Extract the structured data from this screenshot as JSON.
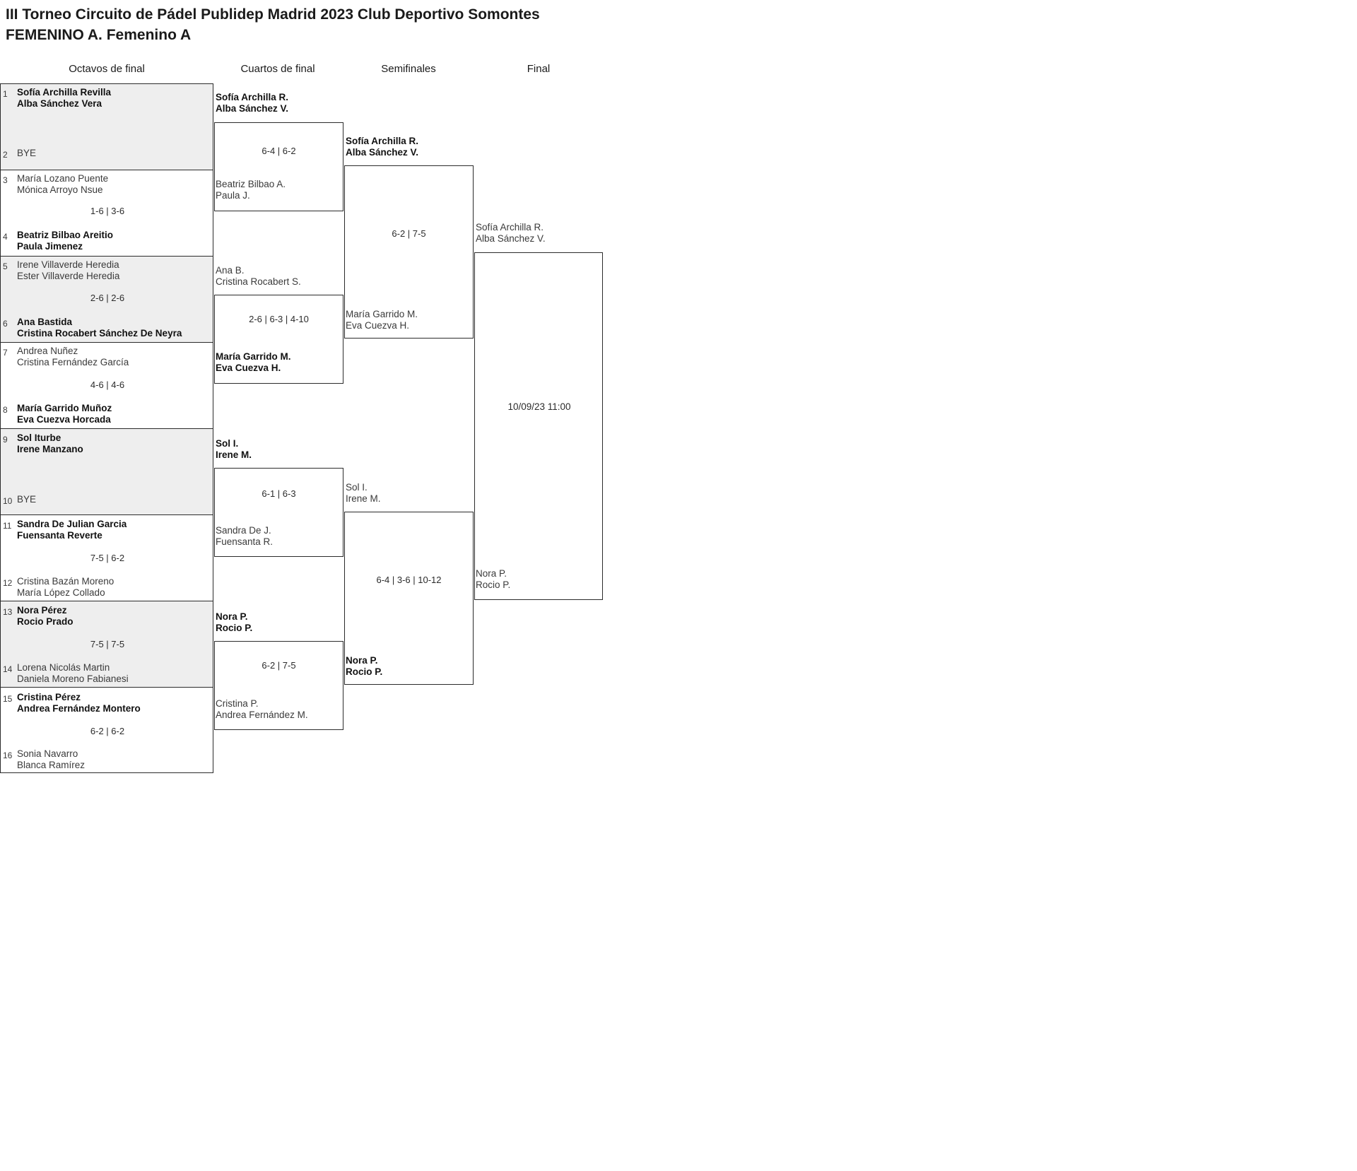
{
  "title": {
    "line1": "III Torneo Circuito de Pádel Publidep Madrid 2023 Club Deportivo Somontes",
    "line2": "FEMENINO A. Femenino A"
  },
  "round_headers": [
    {
      "label": "Octavos de final"
    },
    {
      "label": "Cuartos de final"
    },
    {
      "label": "Semifinales"
    },
    {
      "label": "Final"
    }
  ],
  "round1": {
    "slots": [
      {
        "seed": "1",
        "p1": "Sofía Archilla Revilla",
        "p2": "Alba Sánchez Vera",
        "winner": true
      },
      {
        "seed": "2",
        "bye": "BYE",
        "winner": false
      },
      {
        "seed": "3",
        "p1": "María Lozano Puente",
        "p2": "Mónica Arroyo Nsue",
        "winner": false
      },
      {
        "seed": "4",
        "p1": "Beatriz Bilbao Areitio",
        "p2": "Paula Jimenez",
        "winner": true
      },
      {
        "seed": "5",
        "p1": "Irene Villaverde Heredia",
        "p2": "Ester Villaverde Heredia",
        "winner": false
      },
      {
        "seed": "6",
        "p1": "Ana Bastida",
        "p2": "Cristina Rocabert Sánchez De Neyra",
        "winner": true
      },
      {
        "seed": "7",
        "p1": "Andrea Nuñez",
        "p2": "Cristina Fernández García",
        "winner": false
      },
      {
        "seed": "8",
        "p1": "María Garrido Muñoz",
        "p2": "Eva Cuezva Horcada",
        "winner": true
      },
      {
        "seed": "9",
        "p1": "Sol Iturbe",
        "p2": "Irene Manzano",
        "winner": true
      },
      {
        "seed": "10",
        "bye": "BYE",
        "winner": false
      },
      {
        "seed": "11",
        "p1": "Sandra De Julian Garcia",
        "p2": "Fuensanta Reverte",
        "winner": true
      },
      {
        "seed": "12",
        "p1": "Cristina Bazán Moreno",
        "p2": "María López Collado",
        "winner": false
      },
      {
        "seed": "13",
        "p1": "Nora Pérez",
        "p2": "Rocio Prado",
        "winner": true
      },
      {
        "seed": "14",
        "p1": "Lorena Nicolás Martin",
        "p2": "Daniela Moreno Fabianesi",
        "winner": false
      },
      {
        "seed": "15",
        "p1": "Cristina Pérez",
        "p2": "Andrea Fernández Montero",
        "winner": true
      },
      {
        "seed": "16",
        "p1": "Sonia Navarro",
        "p2": "Blanca Ramírez",
        "winner": false
      }
    ],
    "scores": [
      {
        "value": ""
      },
      {
        "value": "1-6 | 3-6"
      },
      {
        "value": "2-6 | 2-6"
      },
      {
        "value": "4-6 | 4-6"
      },
      {
        "value": ""
      },
      {
        "value": "7-5 | 6-2"
      },
      {
        "value": "7-5 | 7-5"
      },
      {
        "value": "6-2 | 6-2"
      }
    ]
  },
  "round2": {
    "matches": [
      {
        "top": {
          "p1": "Sofía Archilla R.",
          "p2": "Alba Sánchez V.",
          "winner": true
        },
        "bottom": {
          "p1": "Beatriz Bilbao A.",
          "p2": "Paula J.",
          "winner": false
        },
        "score": "6-4 | 6-2"
      },
      {
        "top": {
          "p1": "Ana B.",
          "p2": "Cristina Rocabert S.",
          "winner": false
        },
        "bottom": {
          "p1": "María Garrido M.",
          "p2": "Eva Cuezva H.",
          "winner": true
        },
        "score": "2-6 | 6-3 | 4-10"
      },
      {
        "top": {
          "p1": "Sol I.",
          "p2": "Irene M.",
          "winner": true
        },
        "bottom": {
          "p1": "Sandra De J.",
          "p2": "Fuensanta R.",
          "winner": false
        },
        "score": "6-1 | 6-3"
      },
      {
        "top": {
          "p1": "Nora P.",
          "p2": "Rocio P.",
          "winner": true
        },
        "bottom": {
          "p1": "Cristina P.",
          "p2": "Andrea Fernández M.",
          "winner": false
        },
        "score": "6-2 | 7-5"
      }
    ]
  },
  "round3": {
    "matches": [
      {
        "top": {
          "p1": "Sofía Archilla R.",
          "p2": "Alba Sánchez V.",
          "winner": true
        },
        "bottom": {
          "p1": "María Garrido M.",
          "p2": "Eva Cuezva H.",
          "winner": false
        },
        "score": "6-2 | 7-5"
      },
      {
        "top": {
          "p1": "Sol I.",
          "p2": "Irene M.",
          "winner": false
        },
        "bottom": {
          "p1": "Nora P.",
          "p2": "Rocio P.",
          "winner": true
        },
        "score": "6-4 | 3-6 | 10-12"
      }
    ]
  },
  "round4": {
    "match": {
      "top": {
        "p1": "Sofía Archilla R.",
        "p2": "Alba Sánchez V.",
        "winner": false
      },
      "bottom": {
        "p1": "Nora P.",
        "p2": "Rocio P.",
        "winner": false
      },
      "score": "10/09/23 11:00"
    }
  }
}
